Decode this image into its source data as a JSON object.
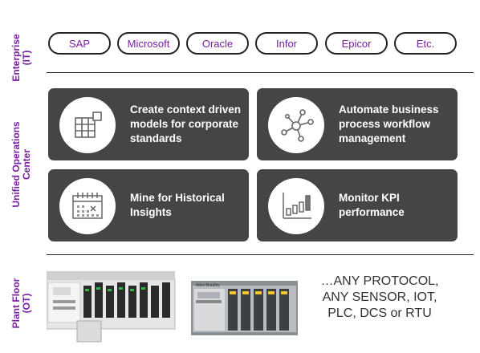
{
  "sections": {
    "enterprise": "Enterprise\n(IT)",
    "operations": "Unified Operations\nCenter",
    "plant": "Plant Floor\n(OT)"
  },
  "enterprise_systems": [
    "SAP",
    "Microsoft",
    "Oracle",
    "Infor",
    "Epicor",
    "Etc."
  ],
  "cards": [
    {
      "text": "Create context driven models for corporate standards",
      "icon": "grid-icon"
    },
    {
      "text": "Automate business process workflow management",
      "icon": "network-icon"
    },
    {
      "text": "Mine for Historical Insights",
      "icon": "calendar-icon"
    },
    {
      "text": "Monitor KPI performance",
      "icon": "bar-chart-icon"
    }
  ],
  "plant": {
    "protocol_text": "…ANY PROTOCOL, ANY SENSOR, IOT, PLC, DCS or RTU",
    "device_badge": "Allen-Bradley"
  },
  "colors": {
    "accent": "#7a1fa2",
    "card": "#454545",
    "line": "#222222"
  }
}
